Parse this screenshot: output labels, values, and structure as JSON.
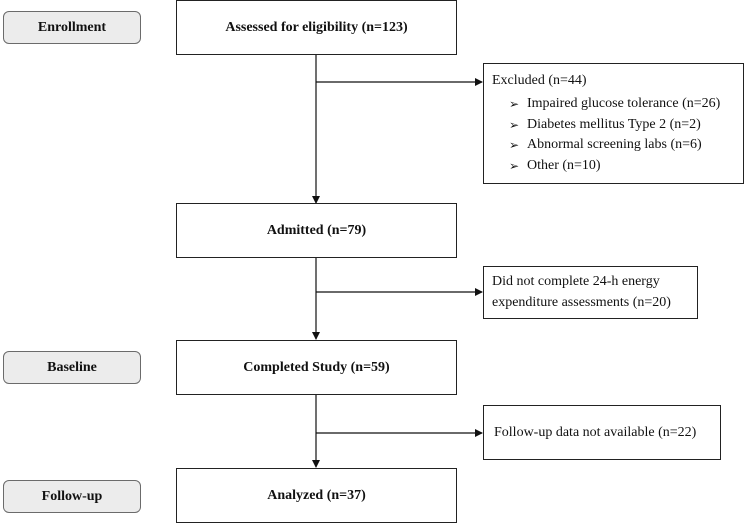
{
  "stages": {
    "enrollment": "Enrollment",
    "baseline": "Baseline",
    "follow_up": "Follow-up"
  },
  "boxes": {
    "assessed": "Assessed for eligibility (n=123)",
    "admitted": "Admitted (n=79)",
    "completed": "Completed Study (n=59)",
    "analyzed": "Analyzed (n=37)"
  },
  "excluded": {
    "title": "Excluded (n=44)",
    "items": [
      "Impaired glucose tolerance (n=26)",
      "Diabetes mellitus Type 2 (n=2)",
      "Abnormal screening labs (n=6)",
      "Other (n=10)"
    ],
    "bullet_glyph": "➢"
  },
  "not_completed": {
    "line1": "Did not complete 24-h energy",
    "line2": "expenditure assessments (n=20)"
  },
  "followup_missing": "Follow-up data not available (n=22)"
}
